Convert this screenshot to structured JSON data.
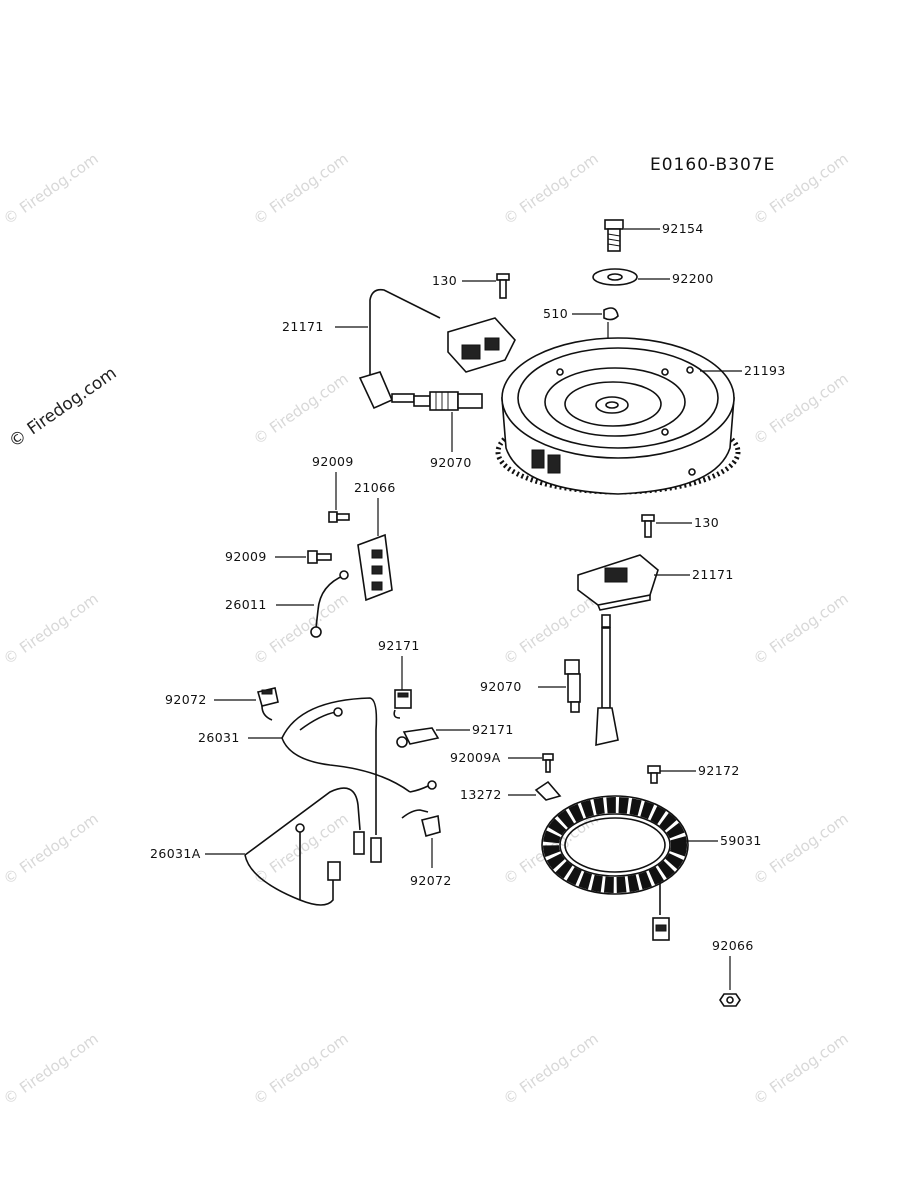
{
  "diagram_code": "E0160-B307E",
  "watermark": {
    "text": "© Firedog.com",
    "side_text": "© Firedog.com"
  },
  "callouts": [
    {
      "id": "92154",
      "label": "92154"
    },
    {
      "id": "130-top",
      "label": "130"
    },
    {
      "id": "92200",
      "label": "92200"
    },
    {
      "id": "510",
      "label": "510"
    },
    {
      "id": "21171-top",
      "label": "21171"
    },
    {
      "id": "21193",
      "label": "21193"
    },
    {
      "id": "92070-top",
      "label": "92070"
    },
    {
      "id": "92009-a",
      "label": "92009"
    },
    {
      "id": "21066",
      "label": "21066"
    },
    {
      "id": "130-mid",
      "label": "130"
    },
    {
      "id": "92009-b",
      "label": "92009"
    },
    {
      "id": "21171-mid",
      "label": "21171"
    },
    {
      "id": "26011",
      "label": "26011"
    },
    {
      "id": "92171-top",
      "label": "92171"
    },
    {
      "id": "92070-mid",
      "label": "92070"
    },
    {
      "id": "92072-top",
      "label": "92072"
    },
    {
      "id": "92171-mid",
      "label": "92171"
    },
    {
      "id": "26031",
      "label": "26031"
    },
    {
      "id": "92009A",
      "label": "92009A"
    },
    {
      "id": "92172",
      "label": "92172"
    },
    {
      "id": "13272",
      "label": "13272"
    },
    {
      "id": "59031",
      "label": "59031"
    },
    {
      "id": "26031A",
      "label": "26031A"
    },
    {
      "id": "92072-bot",
      "label": "92072"
    },
    {
      "id": "92066",
      "label": "92066"
    }
  ]
}
